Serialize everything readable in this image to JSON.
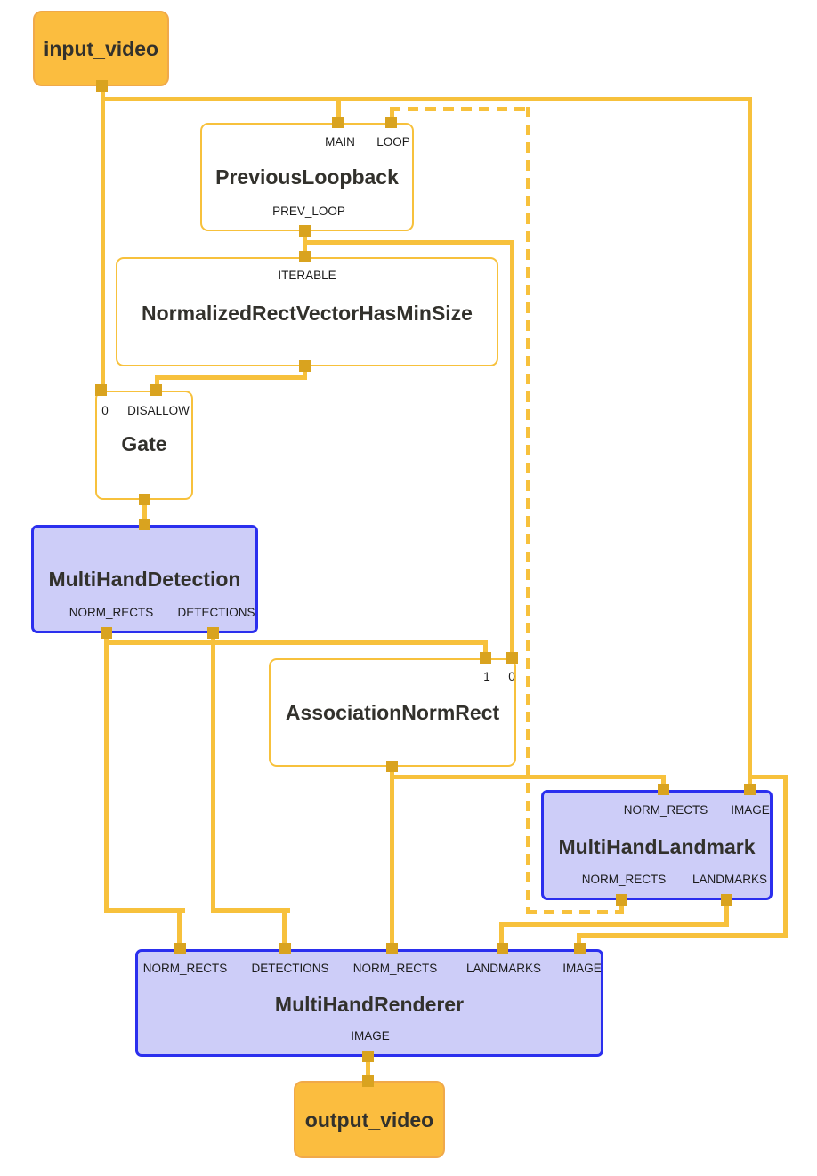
{
  "colors": {
    "wire": "#F7C13C",
    "port_square": "#D9A31F",
    "stream_node_fill": "#FBBD3F",
    "stream_node_border": "#F0A94A",
    "subgraph_node_fill": "#CDCDF8",
    "subgraph_node_border": "#2B2FEE",
    "calculator_node_border": "#F7C13C",
    "text": "#32312C"
  },
  "nodes": {
    "input_video": {
      "title": "input_video"
    },
    "previous_loopback": {
      "title": "PreviousLoopback",
      "inputs": {
        "main": "MAIN",
        "loop": "LOOP"
      },
      "outputs": {
        "prev_loop": "PREV_LOOP"
      }
    },
    "normalized_rect_vector_has_min_size": {
      "title": "NormalizedRectVectorHasMinSize",
      "inputs": {
        "iterable": "ITERABLE"
      }
    },
    "gate": {
      "title": "Gate",
      "inputs": {
        "in0": "0",
        "disallow": "DISALLOW"
      }
    },
    "multi_hand_detection": {
      "title": "MultiHandDetection",
      "outputs": {
        "norm_rects": "NORM_RECTS",
        "detections": "DETECTIONS"
      }
    },
    "association_norm_rect": {
      "title": "AssociationNormRect",
      "inputs": {
        "in1": "1",
        "in0": "0"
      }
    },
    "multi_hand_landmark": {
      "title": "MultiHandLandmark",
      "inputs": {
        "norm_rects": "NORM_RECTS",
        "image": "IMAGE"
      },
      "outputs": {
        "norm_rects": "NORM_RECTS",
        "landmarks": "LANDMARKS"
      }
    },
    "multi_hand_renderer": {
      "title": "MultiHandRenderer",
      "inputs": {
        "norm_rects_1": "NORM_RECTS",
        "detections": "DETECTIONS",
        "norm_rects_2": "NORM_RECTS",
        "landmarks": "LANDMARKS",
        "image": "IMAGE"
      },
      "outputs": {
        "image": "IMAGE"
      }
    },
    "output_video": {
      "title": "output_video"
    }
  }
}
